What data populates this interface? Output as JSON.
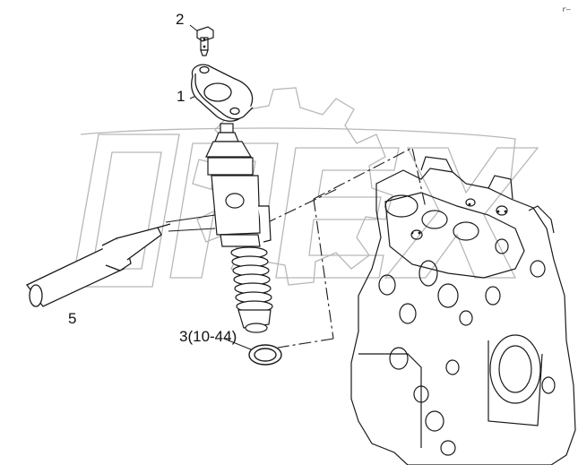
{
  "callouts": {
    "c1": "1",
    "c2": "2",
    "c3": "3(10-44)",
    "c5": "5"
  },
  "ref_mark": "r—",
  "watermark": "OPEX",
  "colors": {
    "line": "#1a1a1a",
    "watermark": "#bdbdbd",
    "background": "#ffffff"
  }
}
